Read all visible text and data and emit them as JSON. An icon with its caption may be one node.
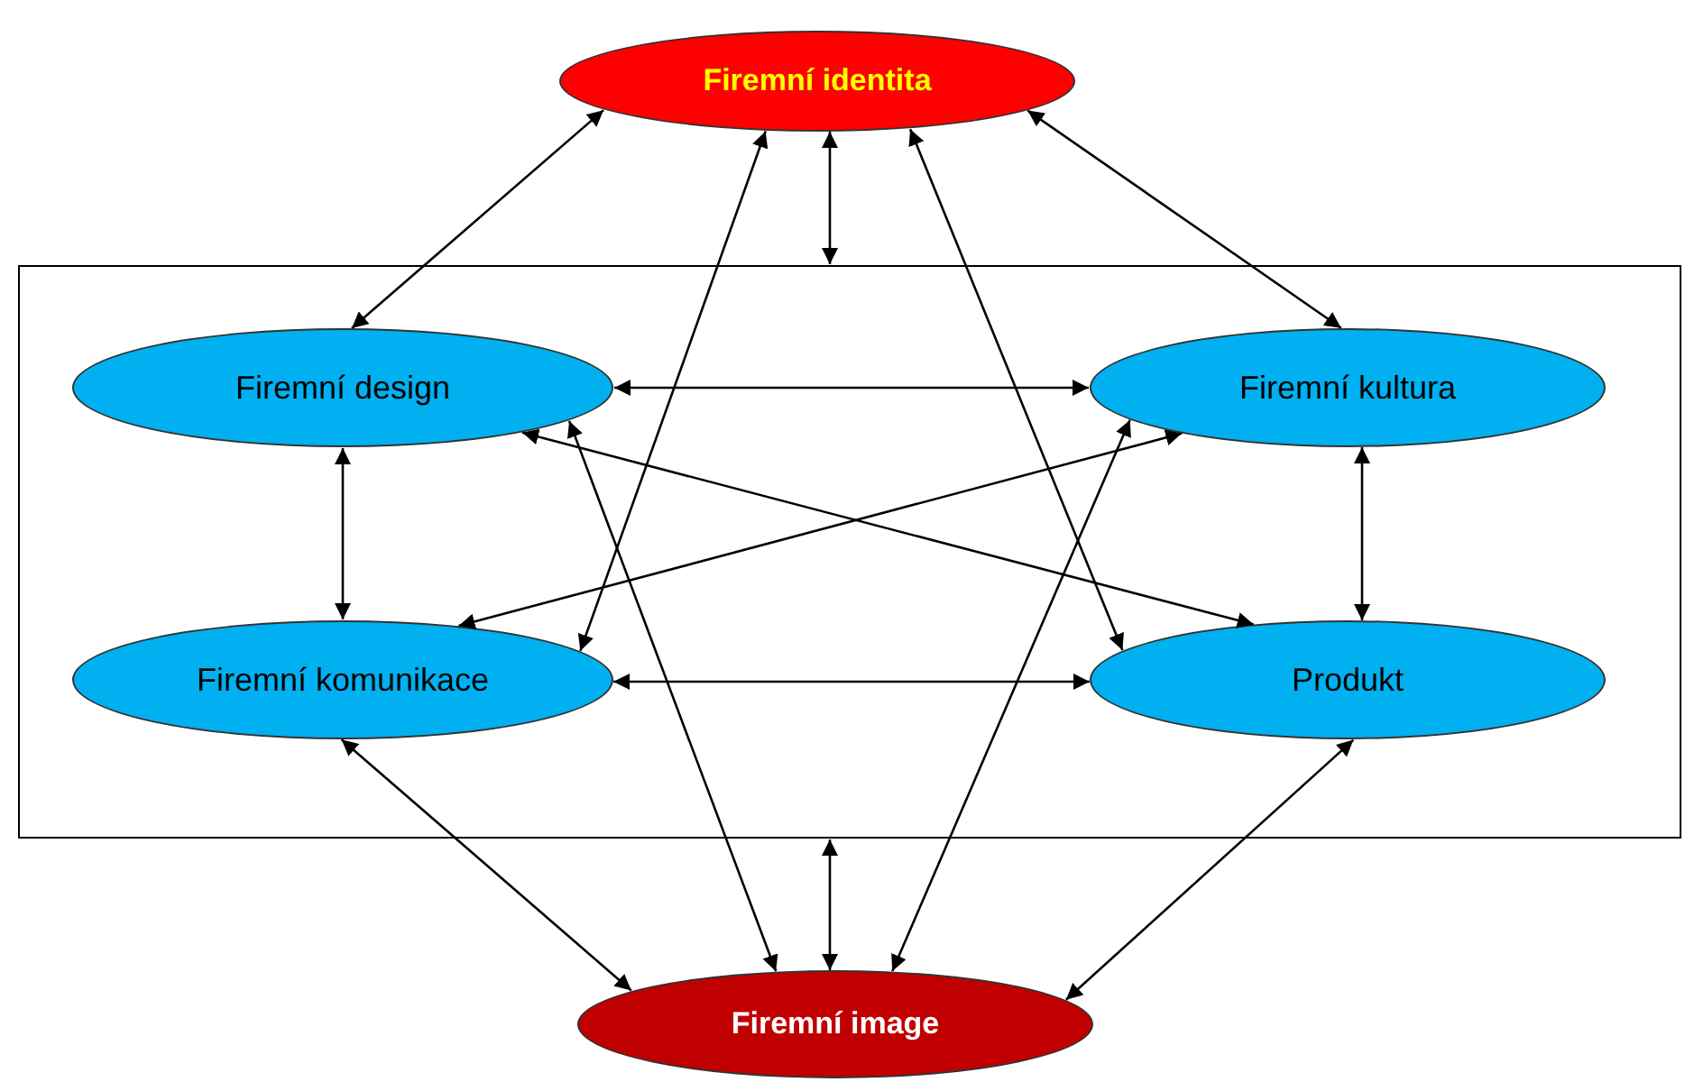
{
  "diagram": {
    "nodes": [
      {
        "text": [
          "Firemní identita"
        ]
      },
      {
        "text": [],
        "shape": "box"
      },
      {
        "text": [
          "Firemní design"
        ],
        "in": 1
      },
      {
        "text": [
          "Firemní kultura"
        ],
        "in": 1
      },
      {
        "text": [
          "Firemní komunikace"
        ],
        "in": 1
      },
      {
        "text": [
          "Produkt"
        ],
        "in": 1
      },
      {
        "text": [
          "Firemní image"
        ]
      }
    ],
    "edges": [
      {
        "from": 0,
        "to": 2,
        "arrow": "both"
      },
      {
        "from": 0,
        "to": 3,
        "arrow": "both"
      },
      {
        "from": 0,
        "to": 1,
        "arrow": "both"
      },
      {
        "from": 0,
        "to": 4,
        "arrow": "both"
      },
      {
        "from": 0,
        "to": 5,
        "arrow": "both"
      },
      {
        "from": 2,
        "to": 3,
        "arrow": "both"
      },
      {
        "from": 2,
        "to": 4,
        "arrow": "both"
      },
      {
        "from": 2,
        "to": 5,
        "arrow": "both"
      },
      {
        "from": 3,
        "to": 4,
        "arrow": "both"
      },
      {
        "from": 3,
        "to": 5,
        "arrow": "both"
      },
      {
        "from": 4,
        "to": 5,
        "arrow": "both"
      },
      {
        "from": 2,
        "to": 6,
        "arrow": "both"
      },
      {
        "from": 3,
        "to": 6,
        "arrow": "both"
      },
      {
        "from": 4,
        "to": 6,
        "arrow": "both"
      },
      {
        "from": 5,
        "to": 6,
        "arrow": "both"
      },
      {
        "from": 1,
        "to": 6,
        "arrow": "both"
      }
    ]
  }
}
